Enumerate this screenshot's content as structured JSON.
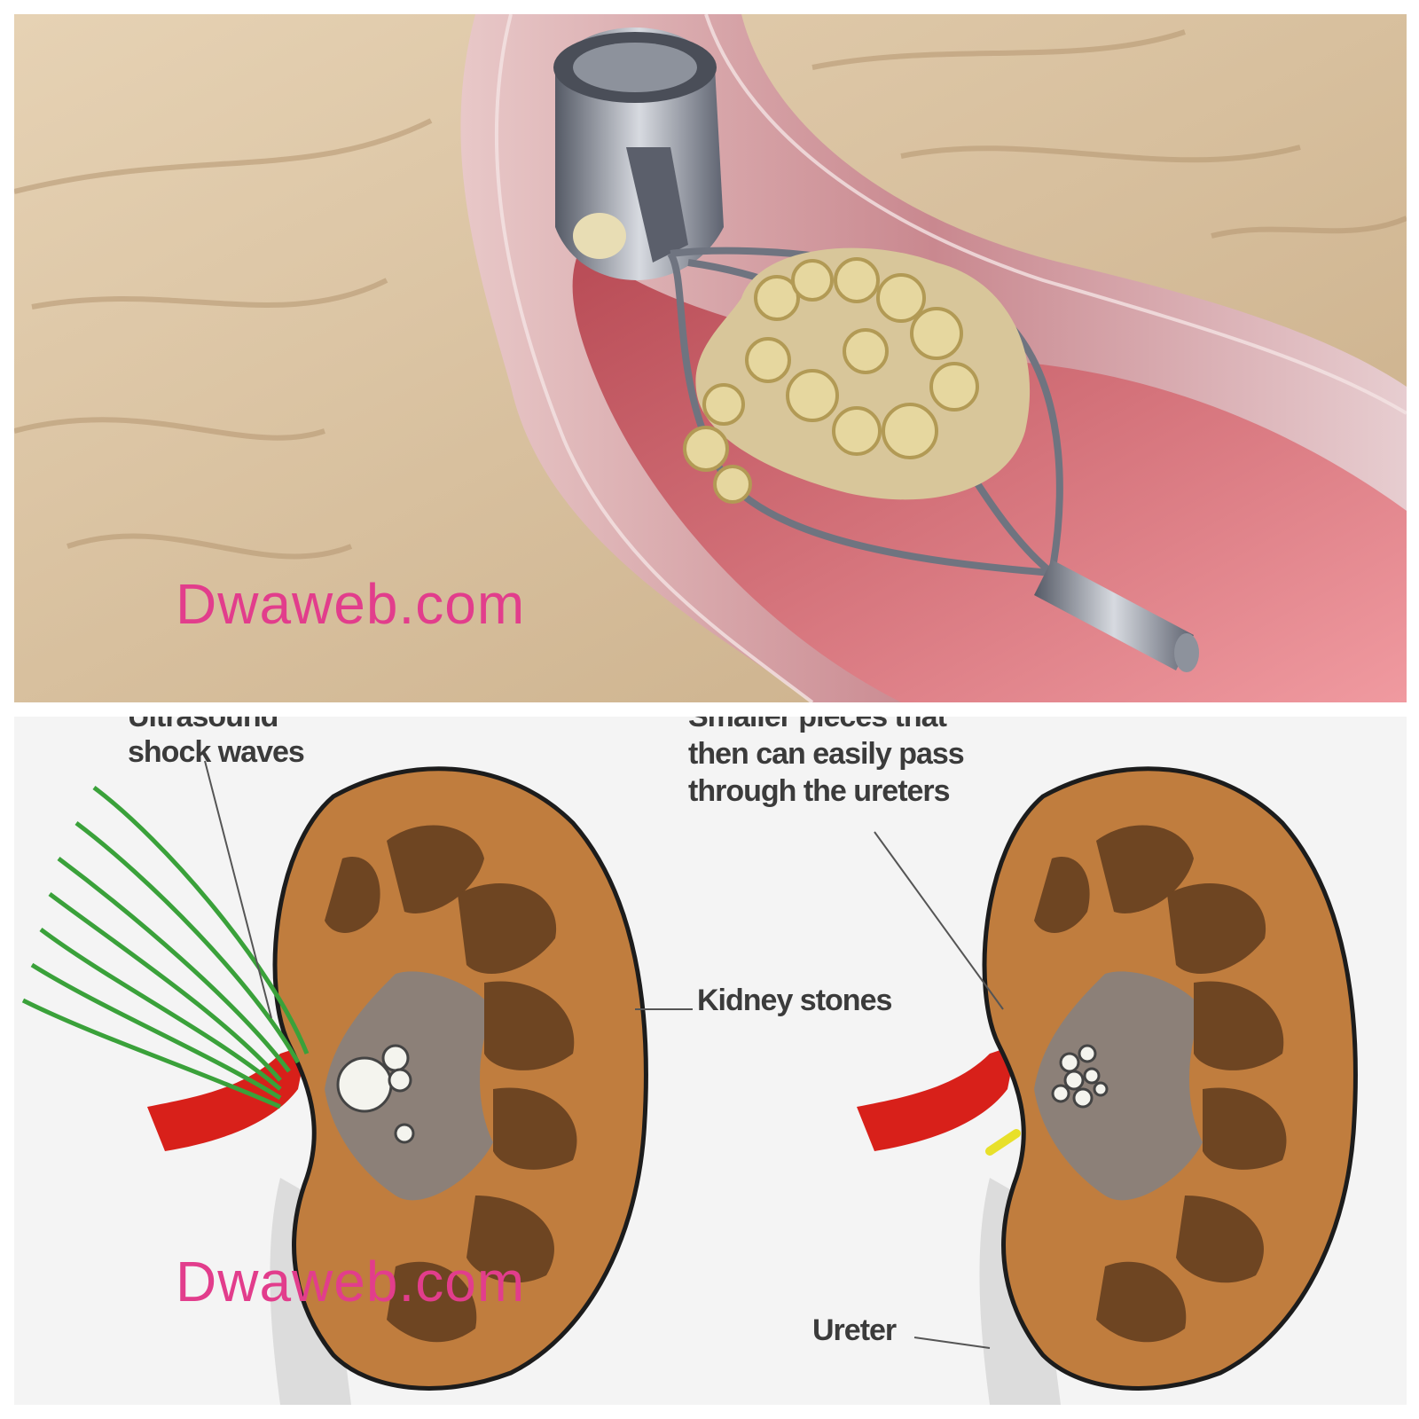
{
  "watermark": "Dwaweb.com",
  "labels": {
    "shock_line1": "Ultrasound",
    "shock_line2": "shock waves",
    "pieces_line1": "Smaller pieces that",
    "pieces_line2": "then can easily pass",
    "pieces_line3": "through the ureters",
    "kidney_stones": "Kidney stones",
    "ureter": "Ureter"
  },
  "colors": {
    "watermark": "#e23d8c",
    "wave": "#3aa13a",
    "kidney_cortex": "#c07d3e",
    "pyramid": "#6e4522",
    "pelvis": "#8c8078",
    "artery": "#d8201a",
    "tissue": "#d9c3a2",
    "lumen": "#e07a80"
  }
}
